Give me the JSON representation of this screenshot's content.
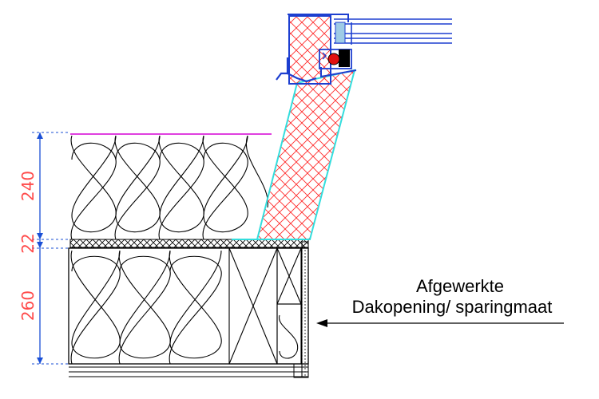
{
  "drawing": {
    "dimensions": {
      "upper_insulation": "240",
      "board": "22",
      "lower_insulation": "260"
    },
    "callout": {
      "line1": "Afgewerkte",
      "line2": "Dakopening/ sparingmaat"
    },
    "colors": {
      "dimension_text": "#ff4a4a",
      "dimension_line": "#1a4fd6",
      "hatch": "#ff2222",
      "kerb_outline": "#33dddd",
      "frame_blue": "#1d3fd0",
      "roof_membrane": "#e040e0",
      "gasket_red": "#e01010"
    }
  }
}
